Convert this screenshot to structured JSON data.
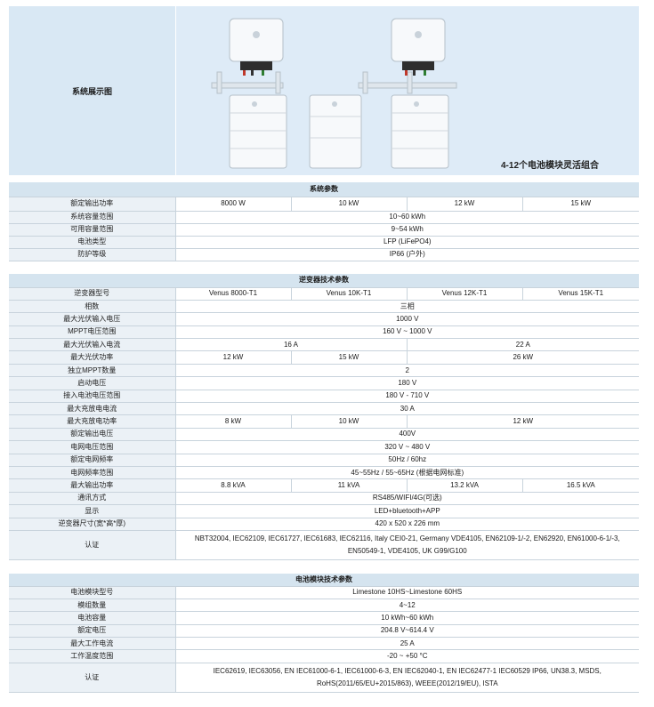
{
  "hero": {
    "label": "系统展示图",
    "caption": "4-12个电池模块灵活组合"
  },
  "system": {
    "title": "系统参数",
    "rows": [
      {
        "label": "额定输出功率",
        "cells": [
          "8000 W",
          "10 kW",
          "12 kW",
          "15 kW"
        ]
      },
      {
        "label": "系统容量范围",
        "cells": [
          "10~60 kWh"
        ]
      },
      {
        "label": "可用容量范围",
        "cells": [
          "9~54 kWh"
        ]
      },
      {
        "label": "电池类型",
        "cells": [
          "LFP (LiFePO4)"
        ]
      },
      {
        "label": "防护等级",
        "cells": [
          "IP66 (户外)"
        ]
      }
    ]
  },
  "inverter": {
    "title": "逆变器技术参数",
    "rows": [
      {
        "label": "逆变器型号",
        "cells": [
          "Venus 8000-T1",
          "Venus 10K-T1",
          "Venus 12K-T1",
          "Venus 15K-T1"
        ]
      },
      {
        "label": "相数",
        "cells": [
          "三相"
        ]
      },
      {
        "label": "最大光伏输入电压",
        "cells": [
          "1000 V"
        ]
      },
      {
        "label": "MPPT电压范围",
        "cells": [
          "160 V ~ 1000 V"
        ]
      },
      {
        "label": "最大光伏输入电流",
        "cells": [
          "16 A",
          "22 A"
        ]
      },
      {
        "label": "最大光伏功率",
        "cells": [
          "12 kW",
          "15 kW",
          "26 kW"
        ]
      },
      {
        "label": "独立MPPT数量",
        "cells": [
          "2"
        ]
      },
      {
        "label": "启动电压",
        "cells": [
          "180 V"
        ]
      },
      {
        "label": "接入电池电压范围",
        "cells": [
          "180 V - 710 V"
        ]
      },
      {
        "label": "最大充放电电流",
        "cells": [
          "30 A"
        ]
      },
      {
        "label": "最大充放电功率",
        "cells": [
          "8 kW",
          "10 kW",
          "12 kW"
        ]
      },
      {
        "label": "额定输出电压",
        "cells": [
          "400V"
        ]
      },
      {
        "label": "电网电压范围",
        "cells": [
          "320 V ~ 480 V"
        ]
      },
      {
        "label": "额定电网频率",
        "cells": [
          "50Hz / 60hz"
        ]
      },
      {
        "label": "电网频率范围",
        "cells": [
          "45~55Hz / 55~65Hz (根据电网标准)"
        ]
      },
      {
        "label": "最大输出功率",
        "cells": [
          "8.8 kVA",
          "11 kVA",
          "13.2 kVA",
          "16.5 kVA"
        ]
      },
      {
        "label": "通讯方式",
        "cells": [
          "RS485/WIFI/4G(可选)"
        ]
      },
      {
        "label": "显示",
        "cells": [
          "LED+bluetooth+APP"
        ]
      },
      {
        "label": "逆变器尺寸(宽*高*厚)",
        "cells": [
          "420 x 520 x 226 mm"
        ]
      },
      {
        "label": "认证",
        "cells": [
          "NBT32004, IEC62109, IEC61727, IEC61683, IEC62116, Italy CEI0-21, Germany VDE4105, EN62109-1/-2, EN62920, EN61000-6-1/-3, EN50549-1, VDE4105, UK G99/G100"
        ]
      }
    ]
  },
  "battery": {
    "title": "电池模块技术参数",
    "rows": [
      {
        "label": "电池模块型号",
        "cells": [
          "Limestone 10HS~Limestone 60HS"
        ]
      },
      {
        "label": "模组数量",
        "cells": [
          "4~12"
        ]
      },
      {
        "label": "电池容量",
        "cells": [
          "10 kWh~60 kWh"
        ]
      },
      {
        "label": "额定电压",
        "cells": [
          "204.8 V~614.4 V"
        ]
      },
      {
        "label": "最大工作电流",
        "cells": [
          "25 A"
        ]
      },
      {
        "label": "工作温度范围",
        "cells": [
          "-20 ~ +50 °C"
        ]
      },
      {
        "label": "认证",
        "cells": [
          "IEC62619, IEC63056, EN IEC61000-6-1, IEC61000-6-3, EN IEC62040-1, EN IEC62477-1 IEC60529 IP66, UN38.3, MSDS, RoHS(2011/65/EU+2015/863), WEEE(2012/19/EU), ISTA"
        ]
      }
    ]
  },
  "colors": {
    "header_bg": "#d5e4ef",
    "label_bg": "#ebf1f6",
    "hero_bg": "#deebf7"
  }
}
